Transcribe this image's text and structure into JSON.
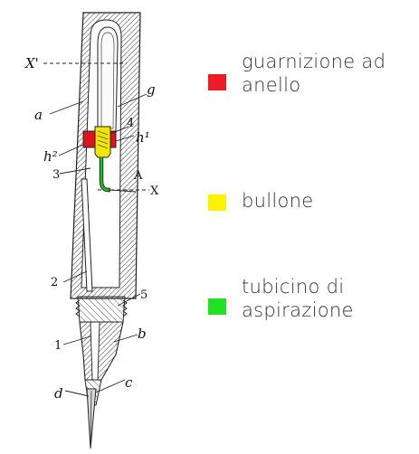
{
  "figure": {
    "labels": {
      "x_prime": "X'",
      "a": "a",
      "g": "g",
      "four": "4",
      "h2": "h²",
      "h1": "h¹",
      "three": "3",
      "A": "A",
      "X": "X",
      "two": "2",
      "five": "5",
      "one": "1",
      "b": "b",
      "c": "c",
      "d": "d"
    },
    "colors": {
      "ring": "#e0141e",
      "bolt": "#f2e600",
      "tube": "#18c418"
    }
  },
  "legend": {
    "items": [
      {
        "text": "guarnizione ad\nanello",
        "color": "#ed1c24"
      },
      {
        "text": "bullone",
        "color": "#fff200"
      },
      {
        "text": "tubicino di\naspirazione",
        "color": "#22e022"
      }
    ]
  }
}
